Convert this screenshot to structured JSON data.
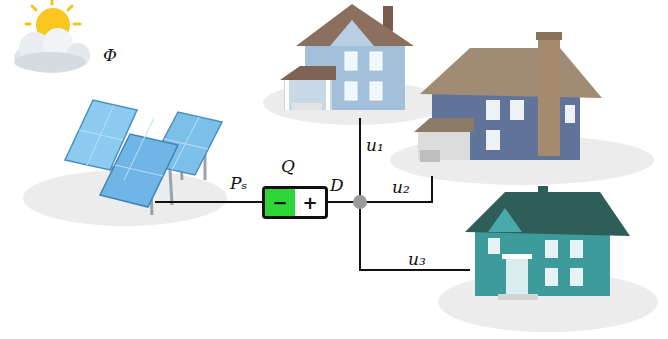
{
  "diagram": {
    "nodes": [
      {
        "text": [
          "−",
          "+"
        ]
      }
    ],
    "labels": [
      "Φ",
      "Pₛ",
      "Q",
      "D",
      "u₁",
      "u₂",
      "u₃"
    ]
  }
}
